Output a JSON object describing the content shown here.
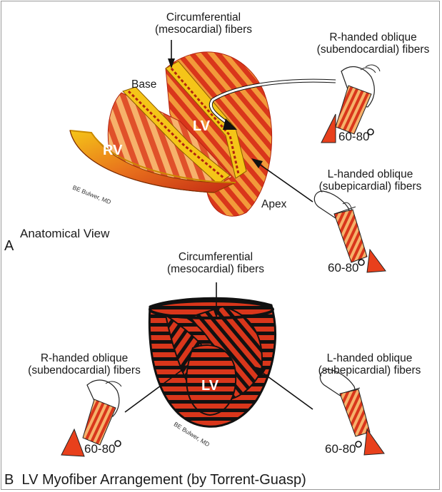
{
  "panel_a": {
    "panel_letter": "A",
    "caption": "Anatomical View",
    "circumferential": {
      "line1": "Circumferential",
      "line2": "(mesocardial) fibers"
    },
    "r_handed": {
      "line1": "R-handed oblique",
      "line2": "(subendocardial) fibers"
    },
    "l_handed": {
      "line1": "L-handed oblique",
      "line2": "(subepicardial) fibers"
    },
    "base_label": "Base",
    "apex_label": "Apex",
    "lv_label": "LV",
    "rv_label": "RV",
    "credit": "BE Bulwer, MD",
    "angle_r": "60-80",
    "angle_l": "60-80",
    "degree_symbol": "o"
  },
  "panel_b": {
    "panel_letter": "B",
    "caption": "LV Myofiber Arrangement (by Torrent-Guasp)",
    "circumferential": {
      "line1": "Circumferential",
      "line2": "(mesocardial) fibers"
    },
    "r_handed": {
      "line1": "R-handed oblique",
      "line2": "(subendocardial) fibers"
    },
    "l_handed": {
      "line1": "L-handed oblique",
      "line2": "(subepicardial) fibers"
    },
    "lv_label": "LV",
    "credit": "BE Bulwer, MD",
    "angle_r": "60-80",
    "angle_l": "60-80",
    "degree_symbol": "o"
  },
  "colors": {
    "muscle_red": "#d9361b",
    "muscle_orange": "#f08a2a",
    "muscle_dark": "#a81d10",
    "fat_yellow": "#f5c518",
    "outline_black": "#111111"
  }
}
